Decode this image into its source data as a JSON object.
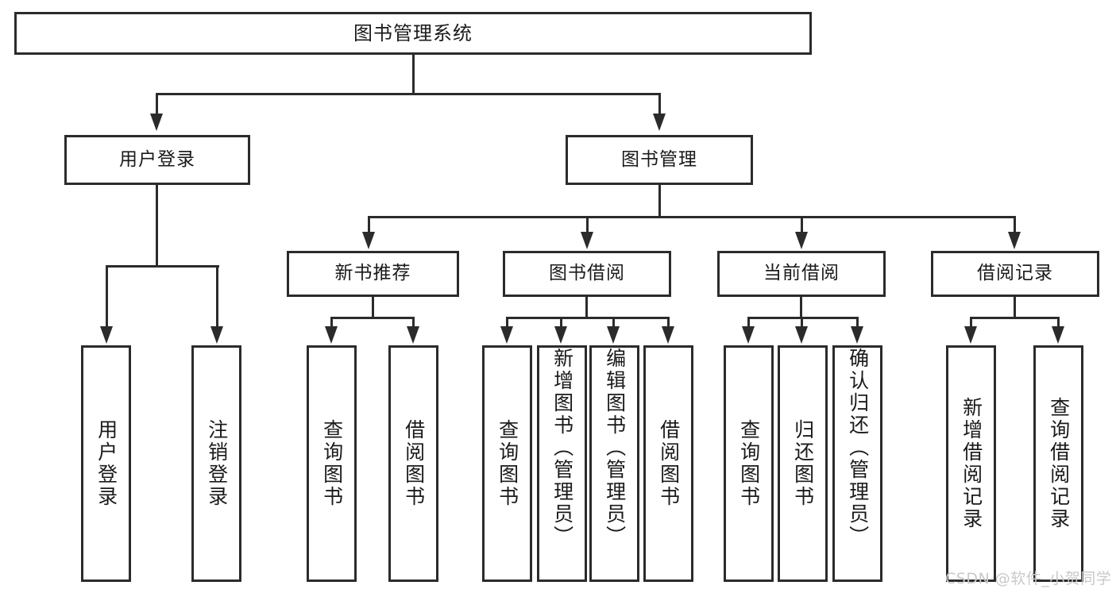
{
  "diagram": {
    "type": "tree-hierarchy-flowchart",
    "title": "图书管理系统",
    "orientation": "top-down",
    "levels": 4,
    "root": {
      "label": "图书管理系统"
    },
    "level2": [
      {
        "label": "用户登录"
      },
      {
        "label": "图书管理"
      }
    ],
    "level3": [
      {
        "label": "新书推荐",
        "parent": "图书管理"
      },
      {
        "label": "图书借阅",
        "parent": "图书管理"
      },
      {
        "label": "当前借阅",
        "parent": "图书管理"
      },
      {
        "label": "借阅记录",
        "parent": "图书管理"
      }
    ],
    "leaves": {
      "user_login": [
        {
          "label": "用户登录"
        },
        {
          "label": "注销登录"
        }
      ],
      "new_book_recommend": [
        {
          "label": "查询图书"
        },
        {
          "label": "借阅图书"
        }
      ],
      "book_borrow": [
        {
          "label": "查询图书"
        },
        {
          "label": "新增图书（管理员）"
        },
        {
          "label": "编辑图书（管理员）"
        },
        {
          "label": "借阅图书"
        }
      ],
      "current_borrow": [
        {
          "label": "查询图书"
        },
        {
          "label": "归还图书"
        },
        {
          "label": "确认归还（管理员）"
        }
      ],
      "borrow_record": [
        {
          "label": "新增借阅记录"
        },
        {
          "label": "查询借阅记录"
        }
      ]
    }
  },
  "watermark": {
    "text": "CSDN @软件_小贺同学"
  },
  "colors": {
    "stroke": "#2b2b2b",
    "text": "#1a1a1a",
    "background": "#ffffff",
    "watermark": "#c9c9c9"
  }
}
